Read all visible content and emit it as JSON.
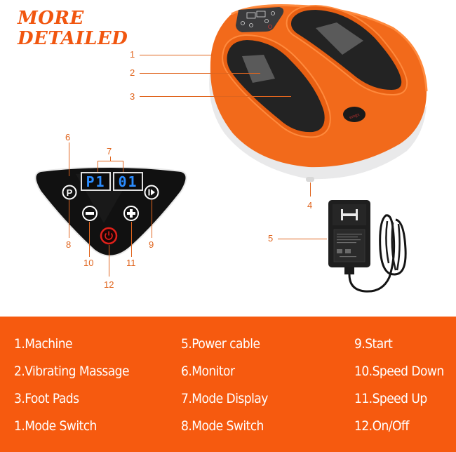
{
  "headline": {
    "line1": "MORE",
    "line2": "DETAILED"
  },
  "colors": {
    "accent": "#f65a0f",
    "callout": "#e0651e",
    "device_orange": "#f26a1b",
    "panel_black": "#111111",
    "display_blue": "#2a8cff",
    "power_red": "#e0201a"
  },
  "control_panel": {
    "display_left": "P1",
    "display_right": "01"
  },
  "callouts": {
    "c1": "1",
    "c2": "2",
    "c3": "3",
    "c4": "4",
    "c5": "5",
    "c6": "6",
    "c7": "7",
    "c8": "8",
    "c9": "9",
    "c10": "10",
    "c11": "11",
    "c12": "12"
  },
  "legend": {
    "col1": [
      "1.Machine",
      "2.Vibrating Massage",
      "3.Foot Pads",
      "1.Mode Switch"
    ],
    "col2": [
      "5.Power cable",
      "6.Monitor",
      "7.Mode Display",
      "8.Mode Switch"
    ],
    "col3": [
      "9.Start",
      "10.Speed Down",
      "11.Speed Up",
      "12.On/Off"
    ]
  },
  "icons": {
    "mode": "P-circle-icon",
    "minus": "minus-circle-icon",
    "plus": "plus-circle-icon",
    "start": "play-pause-icon",
    "power": "power-icon"
  }
}
